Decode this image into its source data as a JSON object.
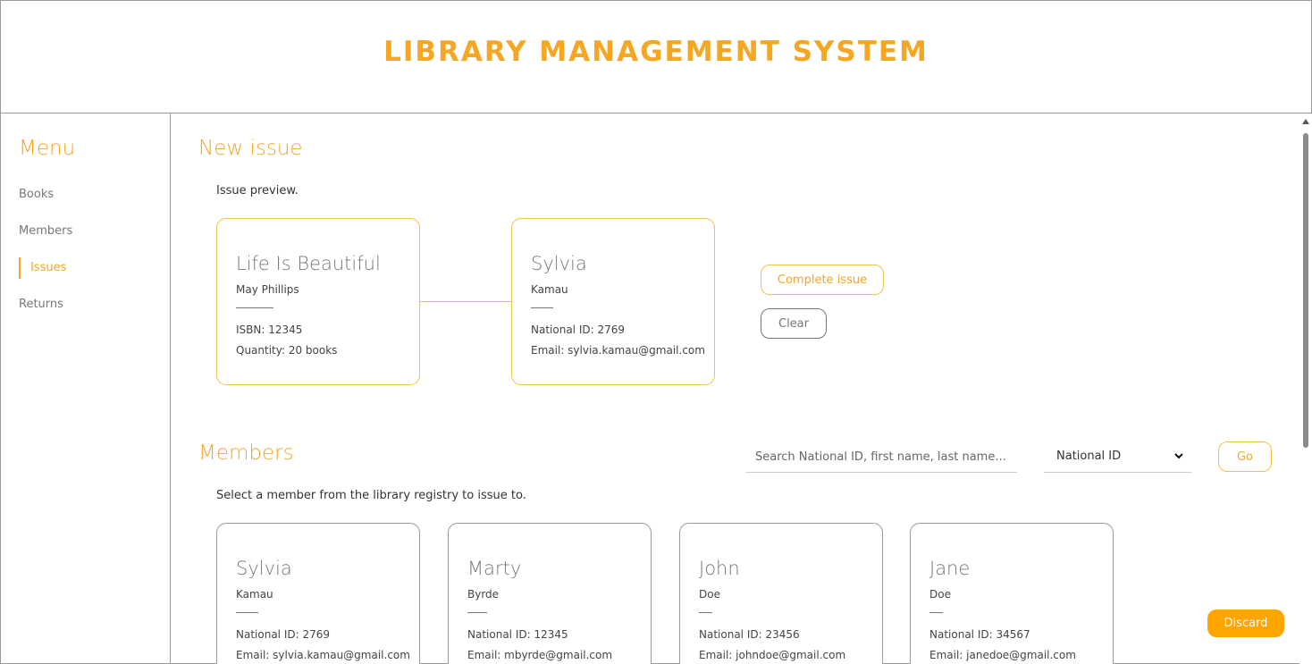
{
  "header": {
    "title": "LIBRARY MANAGEMENT SYSTEM"
  },
  "sidebar": {
    "title": "Menu",
    "items": [
      {
        "label": "Books"
      },
      {
        "label": "Members"
      },
      {
        "label": "Issues"
      },
      {
        "label": "Returns"
      }
    ],
    "active_item": "Issues"
  },
  "new_issue": {
    "title": "New issue",
    "subtitle": "Issue preview.",
    "book_card": {
      "name": "Life Is Beautiful",
      "sub": "May Phillips",
      "line1": "ISBN: 12345",
      "line2": "Quantity: 20 books"
    },
    "member_card": {
      "name": "Sylvia",
      "sub": "Kamau",
      "line1": "National ID: 2769",
      "line2": "Email: sylvia.kamau@gmail.com"
    },
    "complete_label": "Complete issue",
    "clear_label": "Clear"
  },
  "members": {
    "title": "Members",
    "subtitle": "Select a member from the library registry to issue to.",
    "search_placeholder": "Search National ID, first name, last name...",
    "filter_selected": "National ID",
    "go_label": "Go",
    "cards": [
      {
        "name": "Sylvia",
        "sub": "Kamau",
        "line1": "National ID: 2769",
        "line2": "Email: sylvia.kamau@gmail.com"
      },
      {
        "name": "Marty",
        "sub": "Byrde",
        "line1": "National ID: 12345",
        "line2": "Email: mbyrde@gmail.com"
      },
      {
        "name": "John",
        "sub": "Doe",
        "line1": "National ID: 23456",
        "line2": "Email: johndoe@gmail.com"
      },
      {
        "name": "Jane",
        "sub": "Doe",
        "line1": "National ID: 34567",
        "line2": "Email: janedoe@gmail.com"
      }
    ]
  },
  "discard_label": "Discard",
  "colors": {
    "accent": "#f5a623",
    "button_fill": "#ffa500",
    "border": "#9a9a9a"
  },
  "icons": {
    "select_chevron": "chevron-down-icon",
    "scroll_up": "arrow-up-icon"
  }
}
